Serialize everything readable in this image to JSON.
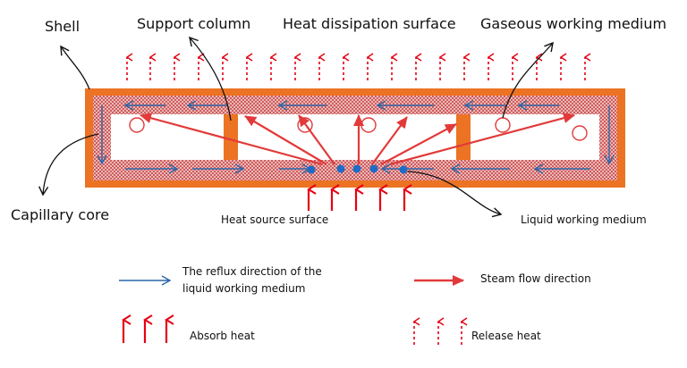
{
  "labels": {
    "shell": "Shell",
    "support_column": "Support column",
    "heat_dissipation_surface": "Heat dissipation surface",
    "gaseous_working_medium": "Gaseous working medium",
    "capillary_core": "Capillary core",
    "heat_source_surface": "Heat source surface",
    "liquid_working_medium": "Liquid working medium"
  },
  "legend": {
    "reflux_line1": "The reflux direction of the",
    "reflux_line2": "liquid working medium",
    "steam_flow": "Steam flow direction",
    "absorb_heat": "Absorb heat",
    "release_heat": "Release heat"
  },
  "colors": {
    "shell": "#ec7323",
    "capillary": "#d98a8a",
    "steam_arrow": "#e23a3a",
    "reflux_arrow": "#2a65a8",
    "liquid_dot": "#1f6bc6",
    "heat_arrow": "#e60012"
  }
}
